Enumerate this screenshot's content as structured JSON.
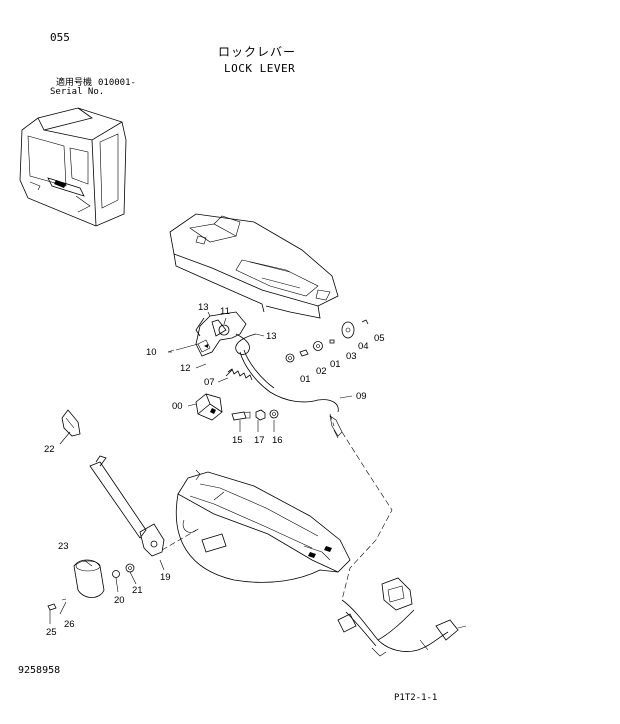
{
  "page_number": "055",
  "title_jp": "ロックレバー",
  "title_en": "LOCK LEVER",
  "serial_label_jp": "適用号機",
  "serial_range": "010001-",
  "serial_label_en": "Serial No.",
  "drawing_number": "9258958",
  "page_ref": "P1T2-1-1",
  "callouts": [
    {
      "id": "c13a",
      "text": "13"
    },
    {
      "id": "c11",
      "text": "11"
    },
    {
      "id": "c13b",
      "text": "13"
    },
    {
      "id": "c05",
      "text": "05"
    },
    {
      "id": "c04",
      "text": "04"
    },
    {
      "id": "c03",
      "text": "03"
    },
    {
      "id": "c01a",
      "text": "01"
    },
    {
      "id": "c02",
      "text": "02"
    },
    {
      "id": "c01b",
      "text": "01"
    },
    {
      "id": "c10",
      "text": "10"
    },
    {
      "id": "c12",
      "text": "12"
    },
    {
      "id": "c07",
      "text": "07"
    },
    {
      "id": "c09",
      "text": "09"
    },
    {
      "id": "c00",
      "text": "00"
    },
    {
      "id": "c15",
      "text": "15"
    },
    {
      "id": "c17",
      "text": "17"
    },
    {
      "id": "c16",
      "text": "16"
    },
    {
      "id": "c22",
      "text": "22"
    },
    {
      "id": "c23",
      "text": "23"
    },
    {
      "id": "c19",
      "text": "19"
    },
    {
      "id": "c21",
      "text": "21"
    },
    {
      "id": "c20",
      "text": "20"
    },
    {
      "id": "c26",
      "text": "26"
    },
    {
      "id": "c25",
      "text": "25"
    }
  ]
}
